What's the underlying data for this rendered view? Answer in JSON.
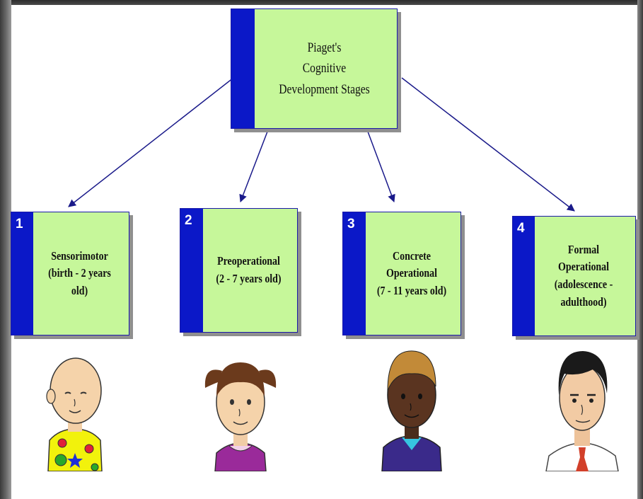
{
  "root": {
    "lines": [
      "Piaget's",
      "Cognitive",
      "Development Stages"
    ]
  },
  "stages": [
    {
      "number": "1",
      "lines": [
        "Sensorimotor",
        "(birth - 2 years",
        "old)"
      ]
    },
    {
      "number": "2",
      "lines": [
        "Preoperational",
        "(2 - 7 years old)"
      ]
    },
    {
      "number": "3",
      "lines": [
        "Concrete",
        "Operational",
        "(7 - 11 years old)"
      ]
    },
    {
      "number": "4",
      "lines": [
        "Formal Operational",
        "(adolescence -",
        "adulthood)"
      ]
    }
  ],
  "colors": {
    "box_fill": "#c6f79a",
    "bar": "#0b18c8",
    "arrow": "#1a1a8a"
  },
  "illustrations": [
    "baby-illustration",
    "girl-illustration",
    "boy-illustration",
    "adult-man-illustration"
  ]
}
